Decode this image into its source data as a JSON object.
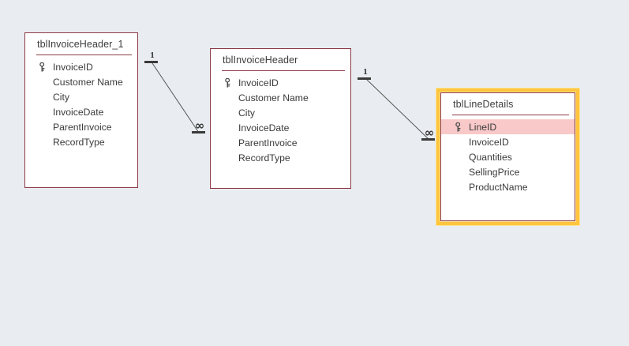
{
  "diagram": {
    "type": "entity-relationship",
    "background_color": "#e9edf1",
    "table_border_color": "#8d3a46",
    "selection_color": "#ffc53d",
    "pk_highlight_color": "#f9c9c9",
    "relationship_line_color": "#555555"
  },
  "tables": [
    {
      "id": "tblInvoiceHeader_1",
      "title": "tblInvoiceHeader_1",
      "selected": false,
      "fields": [
        {
          "name": "InvoiceID",
          "primary_key": true,
          "highlighted": false
        },
        {
          "name": "Customer Name",
          "primary_key": false,
          "highlighted": false
        },
        {
          "name": "City",
          "primary_key": false,
          "highlighted": false
        },
        {
          "name": "InvoiceDate",
          "primary_key": false,
          "highlighted": false
        },
        {
          "name": "ParentInvoice",
          "primary_key": false,
          "highlighted": false
        },
        {
          "name": "RecordType",
          "primary_key": false,
          "highlighted": false
        }
      ]
    },
    {
      "id": "tblInvoiceHeader",
      "title": "tblInvoiceHeader",
      "selected": false,
      "fields": [
        {
          "name": "InvoiceID",
          "primary_key": true,
          "highlighted": false
        },
        {
          "name": "Customer Name",
          "primary_key": false,
          "highlighted": false
        },
        {
          "name": "City",
          "primary_key": false,
          "highlighted": false
        },
        {
          "name": "InvoiceDate",
          "primary_key": false,
          "highlighted": false
        },
        {
          "name": "ParentInvoice",
          "primary_key": false,
          "highlighted": false
        },
        {
          "name": "RecordType",
          "primary_key": false,
          "highlighted": false
        }
      ]
    },
    {
      "id": "tblLineDetails",
      "title": "tblLineDetails",
      "selected": true,
      "fields": [
        {
          "name": "LineID",
          "primary_key": true,
          "highlighted": true
        },
        {
          "name": "InvoiceID",
          "primary_key": false,
          "highlighted": false
        },
        {
          "name": "Quantities",
          "primary_key": false,
          "highlighted": false
        },
        {
          "name": "SellingPrice",
          "primary_key": false,
          "highlighted": false
        },
        {
          "name": "ProductName",
          "primary_key": false,
          "highlighted": false
        }
      ]
    }
  ],
  "relationships": [
    {
      "from_table": "tblInvoiceHeader_1",
      "to_table": "tblInvoiceHeader",
      "one_label": "1",
      "many_label": "∞"
    },
    {
      "from_table": "tblInvoiceHeader",
      "to_table": "tblLineDetails",
      "one_label": "1",
      "many_label": "∞"
    }
  ],
  "icons": {
    "key": "key-icon"
  }
}
